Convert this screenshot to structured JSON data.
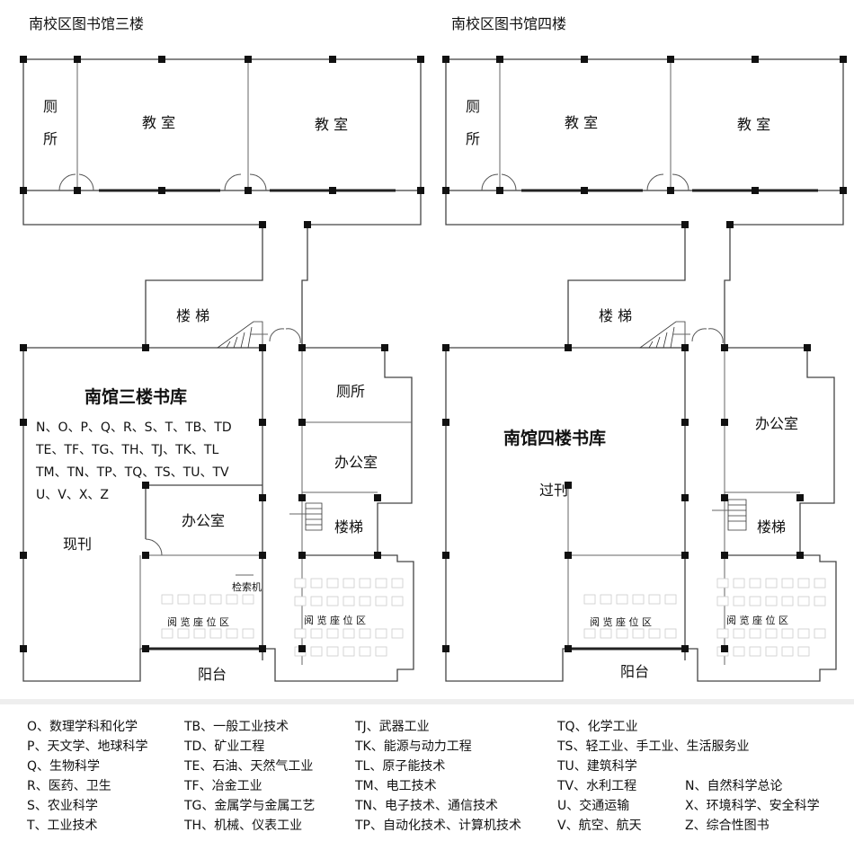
{
  "titles": {
    "left": "南校区图书馆三楼",
    "right": "南校区图书馆四楼"
  },
  "floor3": {
    "toilet_top": [
      "厕",
      "所"
    ],
    "classroom1": "教 室",
    "classroom2": "教 室",
    "stairs_top": "楼 梯",
    "stack_title": "南馆三楼书库",
    "stack_codes": [
      "N、O、P、Q、R、S、T、TB、TD",
      "TE、TF、TG、TH、TJ、TK、TL",
      "TM、TN、TP、TQ、TS、TU、TV",
      "U、V、X、Z"
    ],
    "toilet_right": "厕所",
    "office_right": "办公室",
    "office_mid": "办公室",
    "current_periodicals": "现刊",
    "stairs_right": "楼梯",
    "catalog": "检索机",
    "reading_left": "阅 览 座 位 区",
    "reading_right": "阅 览 座 位 区",
    "balcony": "阳台"
  },
  "floor4": {
    "toilet_top": [
      "厕",
      "所"
    ],
    "classroom1": "教 室",
    "classroom2": "教 室",
    "stairs_top": "楼 梯",
    "stack_title": "南馆四楼书库",
    "office_right": "办公室",
    "back_periodicals": "过刊",
    "stairs_right": "楼梯",
    "reading_left": "阅 览 座 位 区",
    "reading_right": "阅 览 座 位 区",
    "balcony": "阳台"
  },
  "legend": {
    "col1": [
      "O、数理学科和化学",
      "P、天文学、地球科学",
      "Q、生物科学",
      "R、医药、卫生",
      "S、农业科学",
      "T、工业技术"
    ],
    "col2": [
      "TB、一般工业技术",
      "TD、矿业工程",
      "TE、石油、天然气工业",
      "TF、冶金工业",
      "TG、金属学与金属工艺",
      "TH、机械、仪表工业"
    ],
    "col3": [
      "TJ、武器工业",
      "TK、能源与动力工程",
      "TL、原子能技术",
      "TM、电工技术",
      "TN、电子技术、通信技术",
      "TP、自动化技术、计算机技术"
    ],
    "col4": [
      "TQ、化学工业",
      "TS、轻工业、手工业、生活服务业",
      "TU、建筑科学",
      "TV、水利工程",
      "U、交通运输",
      "V、航空、航天"
    ],
    "col5": [
      "N、自然科学总论",
      "X、环境科学、安全科学",
      "Z、综合性图书"
    ]
  }
}
